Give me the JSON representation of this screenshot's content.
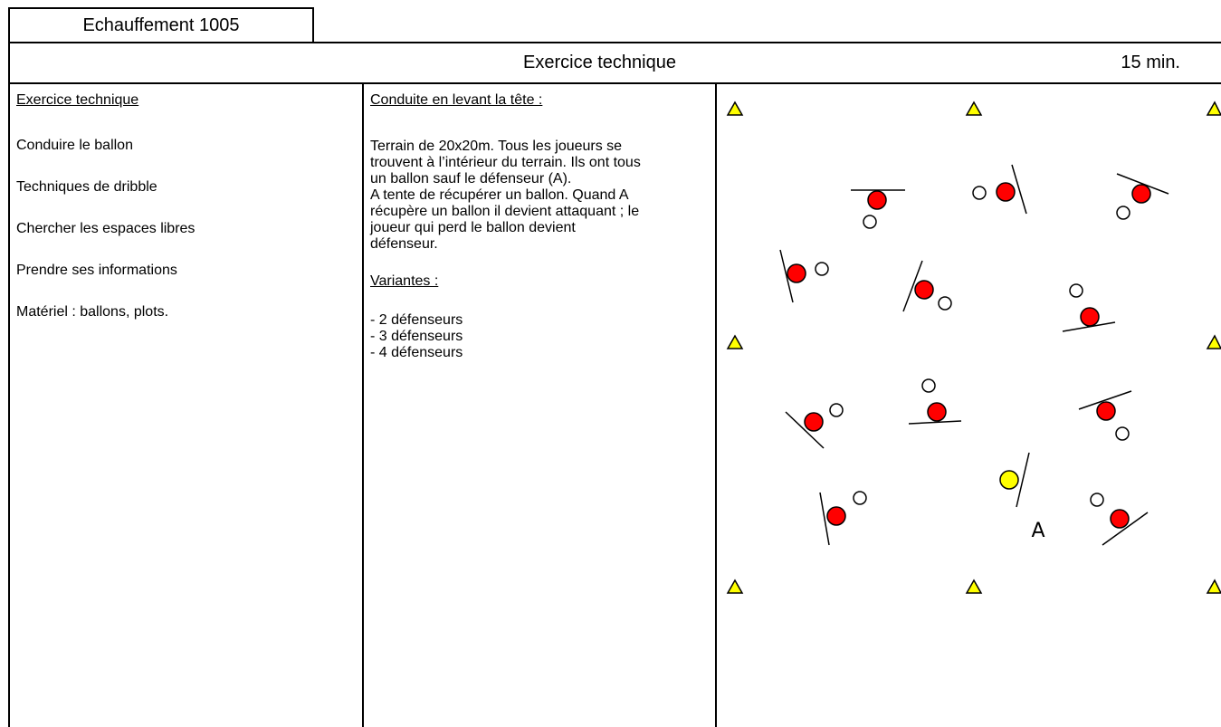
{
  "document": {
    "session_title": "Echauffement 1005",
    "header": {
      "title": "Exercice technique",
      "duration": "15 min."
    },
    "objectives": {
      "heading": "Exercice technique",
      "items": [
        "Conduire le ballon",
        "Techniques de dribble",
        "Chercher les espaces libres",
        "Prendre ses informations",
        "Matériel : ballons, plots."
      ]
    },
    "description": {
      "heading": "Conduite en levant la tête :",
      "lines": [
        "Terrain de 20x20m. Tous les joueurs se",
        "trouvent à l’intérieur du terrain. Ils ont tous",
        "un ballon sauf le défenseur (A).",
        "A tente de récupérer un ballon. Quand A",
        "récupère un ballon il devient attaquant ; le",
        "joueur qui perd le ballon devient",
        "défenseur."
      ],
      "variants_heading": "Variantes :",
      "variants": [
        "- 2 défenseurs",
        "- 3 défenseurs",
        "- 4 défenseurs"
      ]
    },
    "diagram": {
      "defender_label": "A",
      "colors": {
        "player": "#ff0000",
        "defender": "#ffff00",
        "cone": "#ffff00",
        "ball": "#ffffff",
        "outline": "#000000"
      }
    }
  }
}
